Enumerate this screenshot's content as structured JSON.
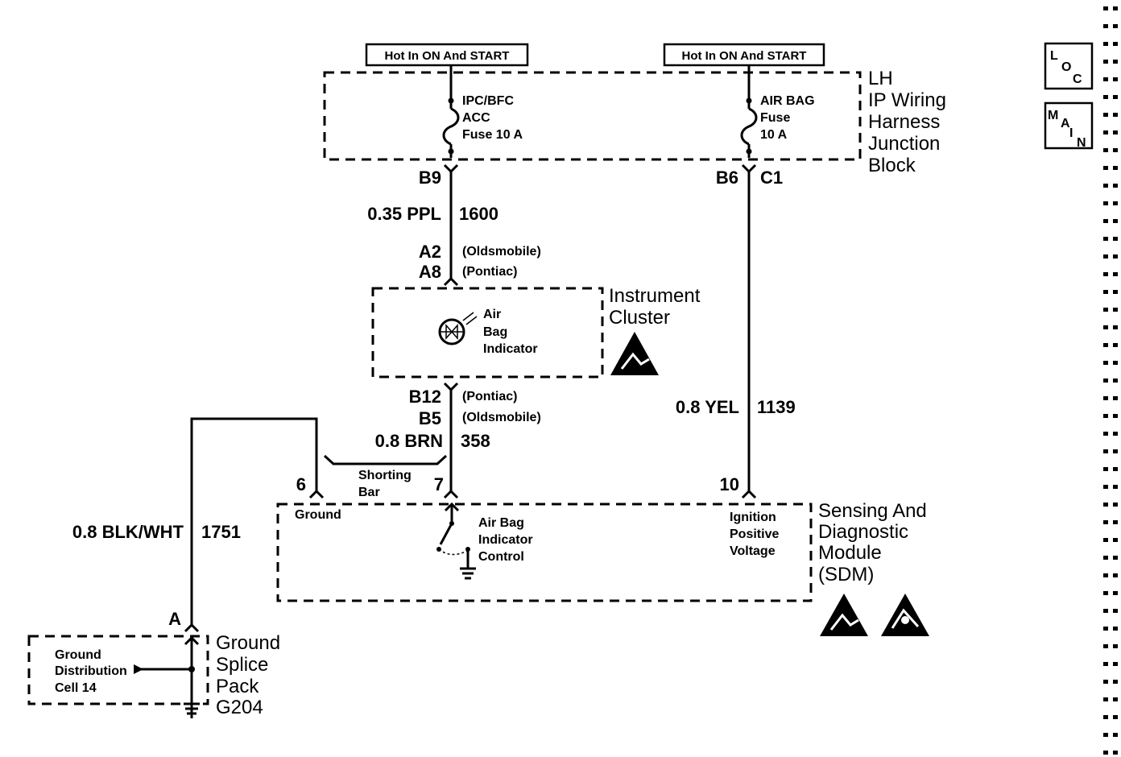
{
  "hot_label_left": "Hot In ON And START",
  "hot_label_right": "Hot In ON And START",
  "junction_block": {
    "lines": [
      "LH",
      "IP Wiring",
      "Harness",
      "Junction",
      "Block"
    ],
    "fuse_left": [
      "IPC/BFC",
      "ACC",
      "Fuse 10 A"
    ],
    "fuse_right": [
      "AIR BAG",
      "Fuse",
      "10 A"
    ]
  },
  "connectors": {
    "b9": "B9",
    "b6": "B6",
    "c1": "C1",
    "a2": "A2",
    "a8": "A8",
    "b12": "B12",
    "b5": "B5",
    "pin6": "6",
    "pin7": "7",
    "pin10": "10",
    "pin_a": "A"
  },
  "notes": {
    "oldsmobile_1": "(Oldsmobile)",
    "pontiac_1": "(Pontiac)",
    "pontiac_2": "(Pontiac)",
    "oldsmobile_2": "(Oldsmobile)"
  },
  "wires": {
    "ppl_gauge": "0.35 PPL",
    "ppl_circuit": "1600",
    "brn_gauge": "0.8 BRN",
    "brn_circuit": "358",
    "yel_gauge": "0.8 YEL",
    "yel_circuit": "1139",
    "blkwht_gauge": "0.8 BLK/WHT",
    "blkwht_circuit": "1751"
  },
  "instrument_cluster": {
    "lines": [
      "Instrument",
      "Cluster"
    ],
    "indicator": [
      "Air",
      "Bag",
      "Indicator"
    ]
  },
  "shorting_bar": [
    "Shorting",
    "Bar"
  ],
  "sdm": {
    "lines": [
      "Sensing And",
      "Diagnostic",
      "Module",
      "(SDM)"
    ],
    "ground_label": "Ground",
    "control": [
      "Air Bag",
      "Indicator",
      "Control"
    ],
    "ignition": [
      "Ignition",
      "Positive",
      "Voltage"
    ]
  },
  "ground_splice": {
    "lines": [
      "Ground",
      "Splice",
      "Pack",
      "G204"
    ],
    "distribution": [
      "Ground",
      "Distribution",
      "Cell 14"
    ]
  },
  "nav": {
    "loc": [
      "L",
      "O",
      "C"
    ],
    "main": [
      "M",
      "A",
      "I",
      "N"
    ]
  },
  "colors": {
    "ink": "#000000",
    "paper": "#ffffff"
  }
}
